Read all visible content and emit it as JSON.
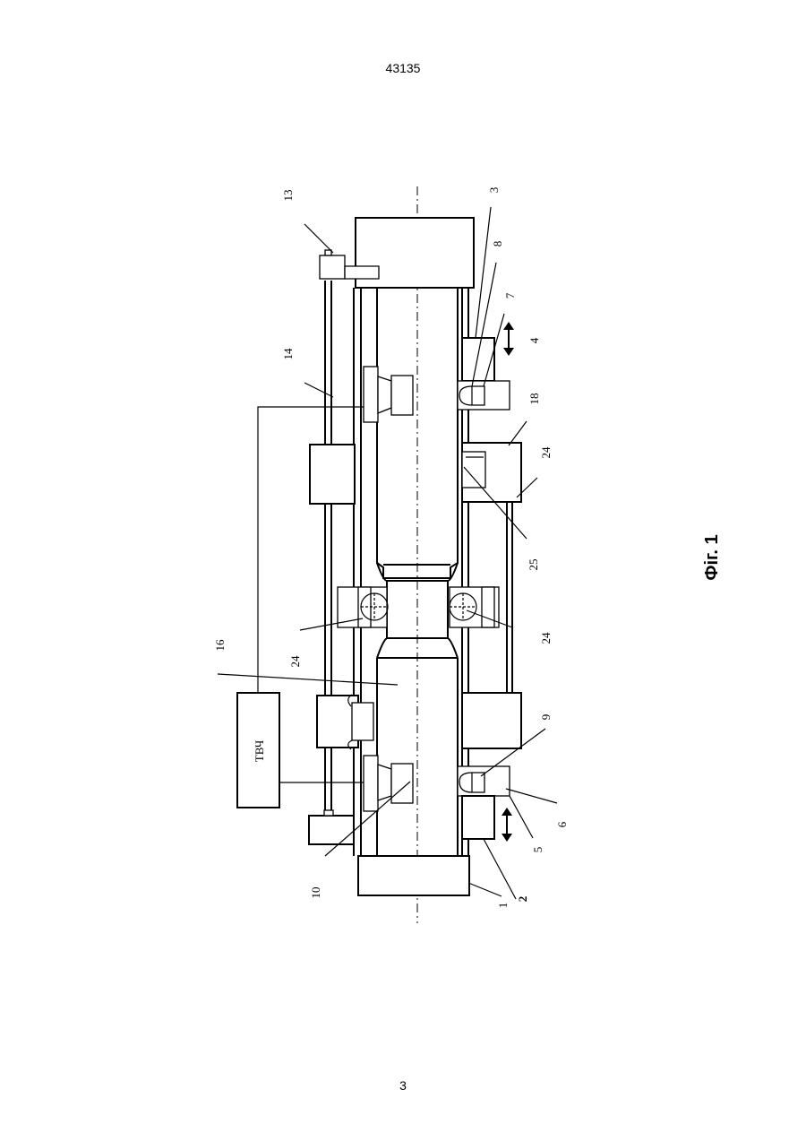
{
  "header": {
    "page_id": "43135"
  },
  "footer": {
    "page_number": "3"
  },
  "figure": {
    "caption": "Фіг. 1",
    "generator_label": "ТВЧ",
    "labels": {
      "l1": "1",
      "l2": "2",
      "l3": "3",
      "l4": "4",
      "l5": "5",
      "l6": "6",
      "l7": "7",
      "l8": "8",
      "l9": "9",
      "l10": "10",
      "l13": "13",
      "l14": "14",
      "l16": "16",
      "l18": "18",
      "l24a": "24",
      "l24b": "24",
      "l24c": "24",
      "l25": "25"
    }
  }
}
